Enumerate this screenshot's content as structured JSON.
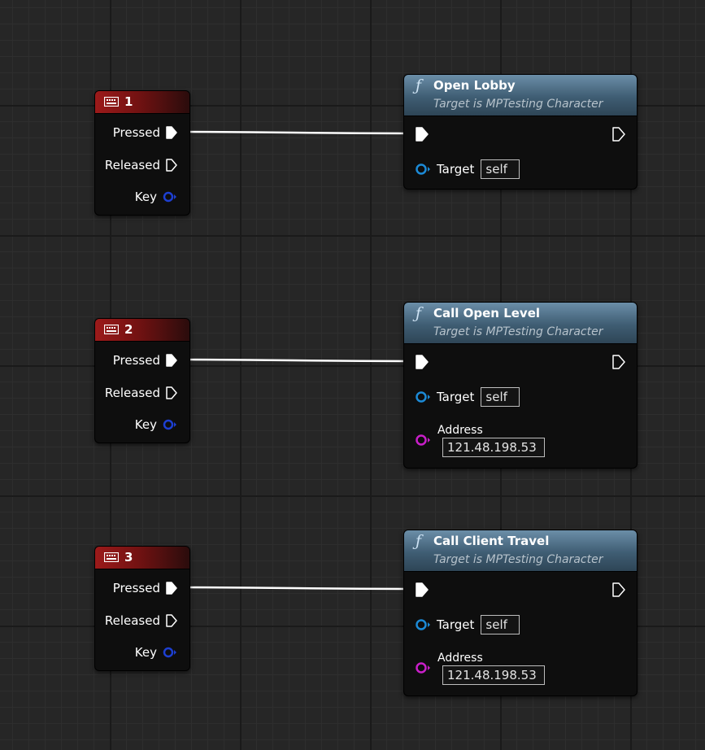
{
  "colors": {
    "exec_wire": "#ffffff",
    "object_pin": "#1c8ad6",
    "string_pin": "#c91fc9",
    "key_pin": "#1d3fd1",
    "key_header": "#9c1a1a",
    "function_header": "#5a7b93"
  },
  "icons": {
    "key_event": "keyboard-icon",
    "function": "function-icon",
    "exec_pin": "exec-pin-icon",
    "data_pin": "data-pin-icon"
  },
  "key_nodes": [
    {
      "key": "1",
      "pressed": "Pressed",
      "released": "Released",
      "key_label": "Key"
    },
    {
      "key": "2",
      "pressed": "Pressed",
      "released": "Released",
      "key_label": "Key"
    },
    {
      "key": "3",
      "pressed": "Pressed",
      "released": "Released",
      "key_label": "Key"
    }
  ],
  "function_nodes": [
    {
      "title": "Open Lobby",
      "subtitle": "Target is MPTesting Character",
      "target_label": "Target",
      "target_value": "self"
    },
    {
      "title": "Call Open Level",
      "subtitle": "Target is MPTesting Character",
      "target_label": "Target",
      "target_value": "self",
      "address_label": "Address",
      "address_value": "121.48.198.53"
    },
    {
      "title": "Call Client Travel",
      "subtitle": "Target is MPTesting Character",
      "target_label": "Target",
      "target_value": "self",
      "address_label": "Address",
      "address_value": "121.48.198.53"
    }
  ]
}
